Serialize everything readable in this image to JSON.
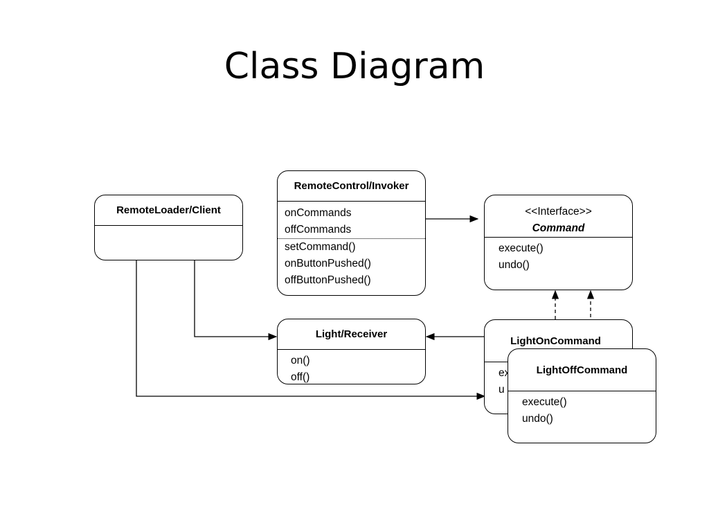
{
  "title": "Class Diagram",
  "classes": {
    "client": {
      "name": "RemoteLoader/Client",
      "members": []
    },
    "invoker": {
      "name": "RemoteControl/Invoker",
      "attributes": [
        "onCommands",
        "offCommands"
      ],
      "methods": [
        "setCommand()",
        "onButtonPushed()",
        "offButtonPushed()"
      ]
    },
    "command": {
      "stereotype": "<<Interface>>",
      "name": "Command",
      "methods": [
        "execute()",
        "undo()"
      ]
    },
    "receiver": {
      "name": "Light/Receiver",
      "methods": [
        "on()",
        "off()"
      ]
    },
    "light_on": {
      "name": "LightOnCommand",
      "methods_partial": [
        "ex",
        "u"
      ]
    },
    "light_off": {
      "name": "LightOffCommand",
      "methods": [
        "execute()",
        "undo()"
      ]
    }
  }
}
